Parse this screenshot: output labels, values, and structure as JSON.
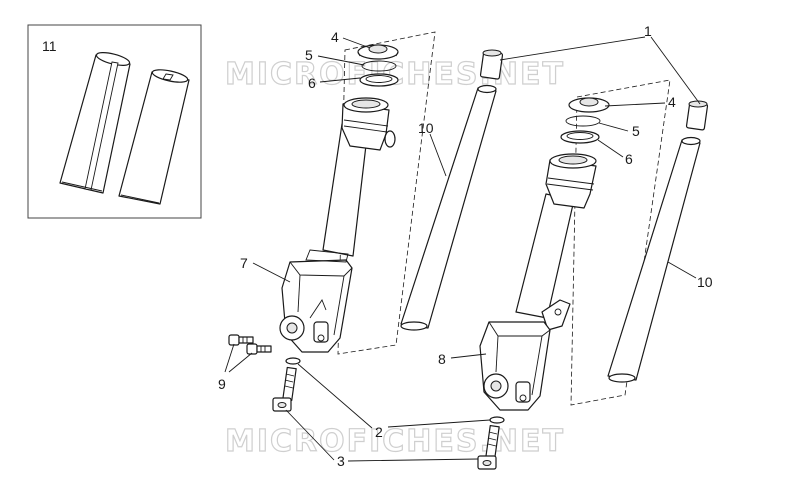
{
  "watermark": "MICROFICHES.NET",
  "inset_label": "11",
  "callouts": {
    "c1": "1",
    "c2": "2",
    "c3": "3",
    "c4a": "4",
    "c4b": "4",
    "c5a": "5",
    "c5b": "5",
    "c6a": "6",
    "c6b": "6",
    "c7": "7",
    "c8": "8",
    "c9": "9",
    "c10a": "10",
    "c10b": "10"
  }
}
